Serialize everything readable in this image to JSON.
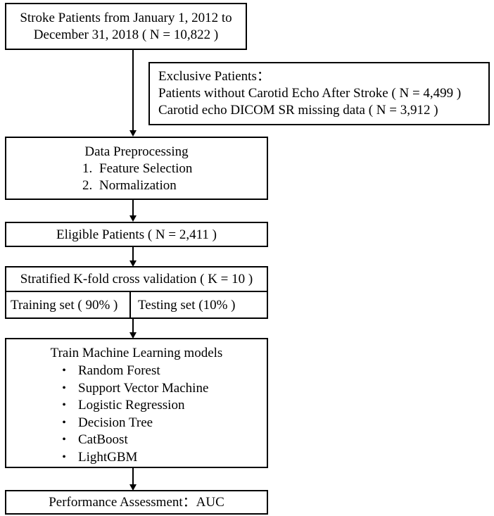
{
  "stroke_box": {
    "line1": "Stroke Patients from January 1, 2012 to",
    "line2": "December 31, 2018 ( N = 10,822 )"
  },
  "exclusion_box": {
    "title": "Exclusive Patients：",
    "item1": "Patients without Carotid Echo After Stroke ( N = 4,499 )",
    "item2": "Carotid echo DICOM SR missing data ( N = 3,912 )"
  },
  "preprocessing_box": {
    "title": "Data Preprocessing",
    "steps": [
      {
        "num": "1.",
        "label": "Feature Selection"
      },
      {
        "num": "2.",
        "label": "Normalization"
      }
    ]
  },
  "eligible_box": {
    "text": "Eligible Patients ( N = 2,411 )"
  },
  "kfold_box": {
    "text": "Stratified K-fold cross validation ( K = 10 )",
    "training": "Training set ( 90% )",
    "testing": "Testing set (10% )"
  },
  "models_box": {
    "title": "Train Machine Learning models",
    "bullet": "•",
    "models": [
      "Random Forest",
      "Support Vector Machine",
      "Logistic Regression",
      "Decision Tree",
      "CatBoost",
      "LightGBM"
    ]
  },
  "assessment_box": {
    "text": "Performance Assessment：AUC"
  }
}
